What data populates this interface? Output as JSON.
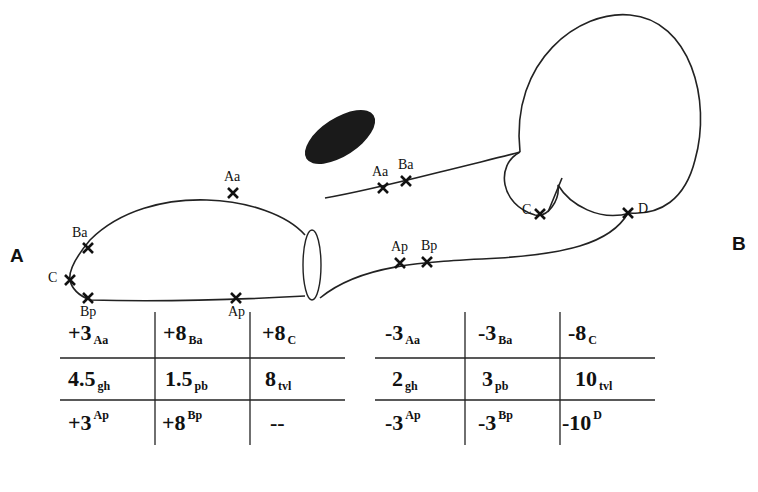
{
  "diagram": {
    "labels": [
      "A",
      "Ba",
      "C",
      "Aa",
      "Bp",
      "Ap",
      "Aa",
      "Ba",
      "Ap",
      "Bp",
      "C",
      "D",
      "B",
      "+3",
      "Aa",
      "+8",
      "Ba",
      "+8",
      "C",
      "4.5",
      "gh",
      "1.5",
      "pb",
      "8",
      "tvl",
      "+3",
      "Ap",
      "+8",
      "Bp",
      "--",
      "-3",
      "Aa",
      "-3",
      "Ba",
      "-8",
      "C",
      "2",
      "gh",
      "3",
      "pb",
      "10",
      "tvl",
      "-3",
      "Ap",
      "-3",
      "Bp",
      "-10",
      "D"
    ]
  }
}
